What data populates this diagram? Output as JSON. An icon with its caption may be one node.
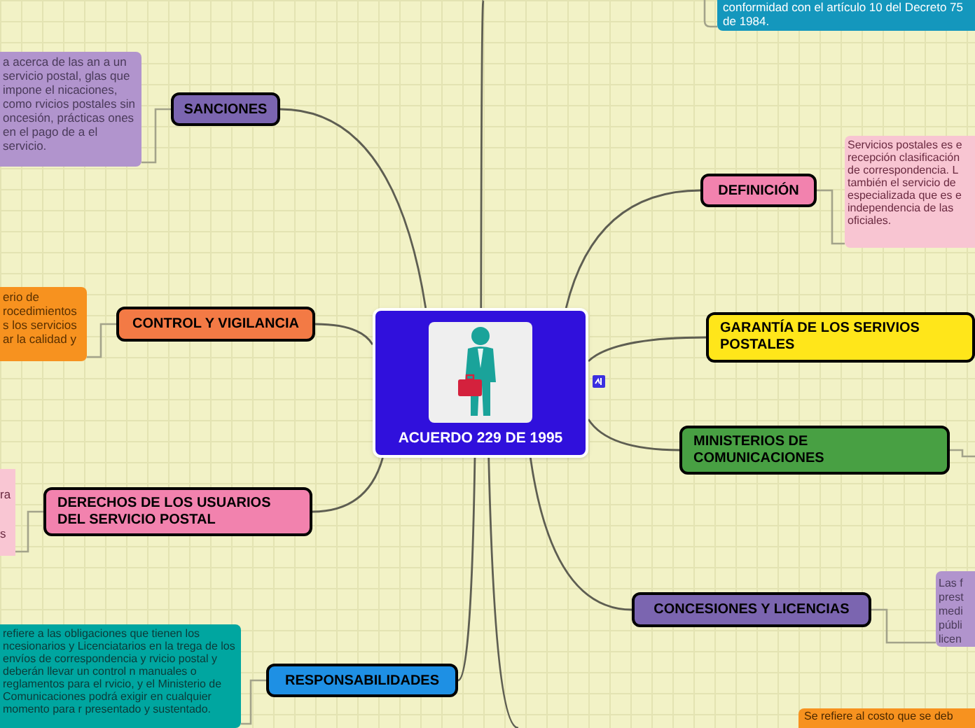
{
  "diagram": {
    "nodes": [
      {
        "text": [
          "ACUERDO 229 DE 1995"
        ]
      },
      {
        "text": [
          "conformidad con el artículo 10 del Decreto 75 de 1984."
        ]
      },
      {
        "text": [
          "SANCIONES"
        ]
      },
      {
        "text": [
          "a acerca de las an a un servicio postal, glas que impone el nicaciones, como rvicios postales sin oncesión, prácticas ones en el pago de a el servicio."
        ]
      },
      {
        "text": [
          "DEFINICIÓN"
        ]
      },
      {
        "text": [
          "Servicios postales es e recepción clasificación de correspondencia. L también el servicio de especializada que es e independencia de las oficiales."
        ]
      },
      {
        "text": [
          "CONTROL Y VIGILANCIA"
        ]
      },
      {
        "text": [
          "erio de rocedimientos s los servicios ar la calidad y"
        ]
      },
      {
        "text": [
          "GARANTÍA DE LOS SERIVIOS POSTALES"
        ]
      },
      {
        "text": [
          "MINISTERIOS DE COMUNICACIONES"
        ]
      },
      {
        "text": [
          "DERECHOS DE LOS USUARIOS DEL SERVICIO POSTAL"
        ]
      },
      {
        "text": [
          "ra s"
        ]
      },
      {
        "text": [
          "CONCESIONES Y LICENCIAS"
        ]
      },
      {
        "text": [
          "Las f prest medi públi licen"
        ]
      },
      {
        "text": [
          "RESPONSABILIDADES"
        ]
      },
      {
        "text": [
          "refiere a las obligaciones que tienen los ncesionarios y Licenciatarios en la trega de los envíos de correspondencia y rvicio postal y deberán llevar un control n manuales o reglamentos para el rvicio, y el Ministerio de Comunicaciones podrá exigir en cualquier momento para r presentado y sustentado."
        ]
      },
      {
        "text": [
          "Se refiere al costo que se deb"
        ]
      }
    ],
    "edges": [
      {
        "from": 0,
        "to": null,
        "arrow": "none"
      },
      {
        "from": 0,
        "to": 2,
        "arrow": "none"
      },
      {
        "from": 0,
        "to": 4,
        "arrow": "none"
      },
      {
        "from": 0,
        "to": 6,
        "arrow": "none"
      },
      {
        "from": 0,
        "to": 8,
        "arrow": "none"
      },
      {
        "from": 0,
        "to": 9,
        "arrow": "none"
      },
      {
        "from": 0,
        "to": 10,
        "arrow": "none"
      },
      {
        "from": 0,
        "to": 12,
        "arrow": "none"
      },
      {
        "from": 0,
        "to": 14,
        "arrow": "none"
      },
      {
        "from": 0,
        "to": null,
        "arrow": "none"
      },
      {
        "from": null,
        "to": 1,
        "arrow": "none",
        "color": "#a3a38a"
      },
      {
        "from": 2,
        "to": 3,
        "arrow": "none",
        "color": "#a3a38a"
      },
      {
        "from": 4,
        "to": 5,
        "arrow": "none",
        "color": "#a3a38a"
      },
      {
        "from": 6,
        "to": 7,
        "arrow": "none",
        "color": "#a3a38a"
      },
      {
        "from": 9,
        "to": null,
        "arrow": "none",
        "color": "#a3a38a"
      },
      {
        "from": 10,
        "to": 11,
        "arrow": "none",
        "color": "#a3a38a"
      },
      {
        "from": 12,
        "to": 13,
        "arrow": "none",
        "color": "#a3a38a"
      },
      {
        "from": 14,
        "to": 15,
        "arrow": "none",
        "color": "#a3a38a"
      }
    ]
  }
}
